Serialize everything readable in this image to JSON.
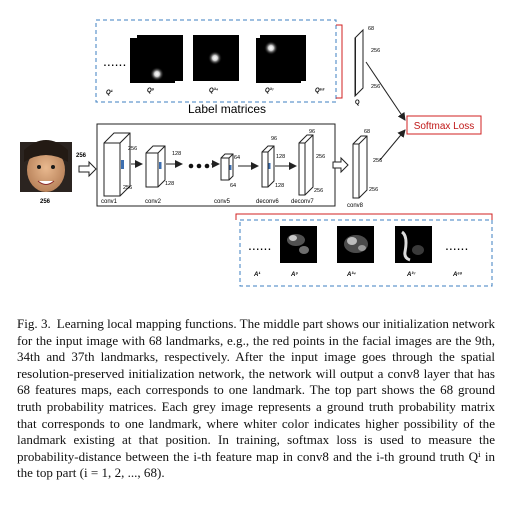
{
  "figure": {
    "top_panel": {
      "dots": "......",
      "maps": [
        "Q¹",
        "Q⁹",
        "Q³⁴",
        "Q³⁷",
        "Q⁶⁸"
      ],
      "label": "Label matrices"
    },
    "q_block": {
      "label": "Q",
      "dims": [
        "68",
        "256",
        "256"
      ]
    },
    "softmax_label": "Softmax Loss",
    "input": {
      "size_side": "256",
      "size_bottom": "256"
    },
    "layers": [
      {
        "name": "conv1",
        "dims": [
          "256",
          "256"
        ]
      },
      {
        "name": "conv2",
        "dims": [
          "128",
          "128"
        ]
      },
      {
        "name": "conv5",
        "dims": [
          "64",
          "64"
        ]
      },
      {
        "name": "deconv6",
        "dims": [
          "96",
          "128",
          "128"
        ]
      },
      {
        "name": "deconv7",
        "dims": [
          "96",
          "256",
          "256"
        ]
      }
    ],
    "conv8": {
      "name": "conv8",
      "dims": [
        "68",
        "256",
        "256"
      ]
    },
    "bottom_panel": {
      "dots": "......",
      "maps": [
        "A¹",
        "A⁹",
        "A³⁴",
        "A³⁷",
        "A⁶⁸"
      ]
    }
  },
  "caption": {
    "label": "Fig. 3.",
    "text": "Learning local mapping functions. The middle part shows our initialization network for the input image with 68 landmarks, e.g., the red points in the facial images are the 9th, 34th and 37th landmarks, respectively. After the input image goes through the spatial resolution-preserved initialization network, the network will output a conv8 layer that has 68 features maps, each corresponds to one landmark. The top part shows the 68 ground truth probability matrices. Each grey image represents a ground truth probability matrix that corresponds to one landmark, where whiter color indicates higher possibility of the landmark existing at that position. In training, softmax loss is used to measure the probability-distance between the i-th feature map in conv8 and the i-th ground truth Qⁱ in the top part (i = 1, 2, ..., 68)."
  }
}
